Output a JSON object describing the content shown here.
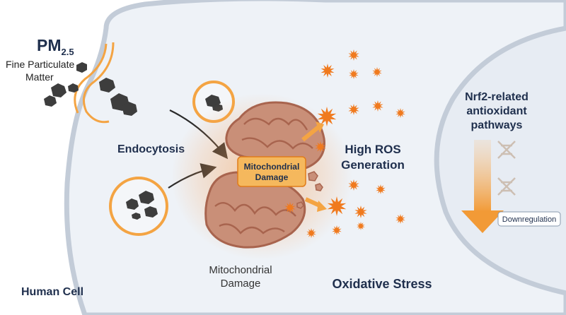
{
  "pm": {
    "symbol": "PM",
    "subscript": "2.5",
    "line1": "Fine Particulate",
    "line2": "Matter"
  },
  "labels": {
    "endocytosis": "Endocytosis",
    "high_ros_line1": "High ROS",
    "high_ros_line2": "Generation",
    "mito_box_line1": "Mitochondrial",
    "mito_box_line2": "Damage",
    "mito_caption_line1": "Mitochondrial",
    "mito_caption_line2": "Damage",
    "oxidative_stress": "Oxidative Stress",
    "human_cell": "Human Cell",
    "nrf2_line1": "Nrf2-related",
    "nrf2_line2": "antioxidant",
    "nrf2_line3": "pathways",
    "downregulation": "Downregulation"
  },
  "colors": {
    "cell_fill": "#eef2f7",
    "membrane": "#c3ccd8",
    "orange": "#f4a443",
    "ros": "#f07a1e",
    "mito": "#c98f78",
    "mito_inner": "#a8644e",
    "navy": "#1f2f4d",
    "particle": "#3d3d3d"
  }
}
